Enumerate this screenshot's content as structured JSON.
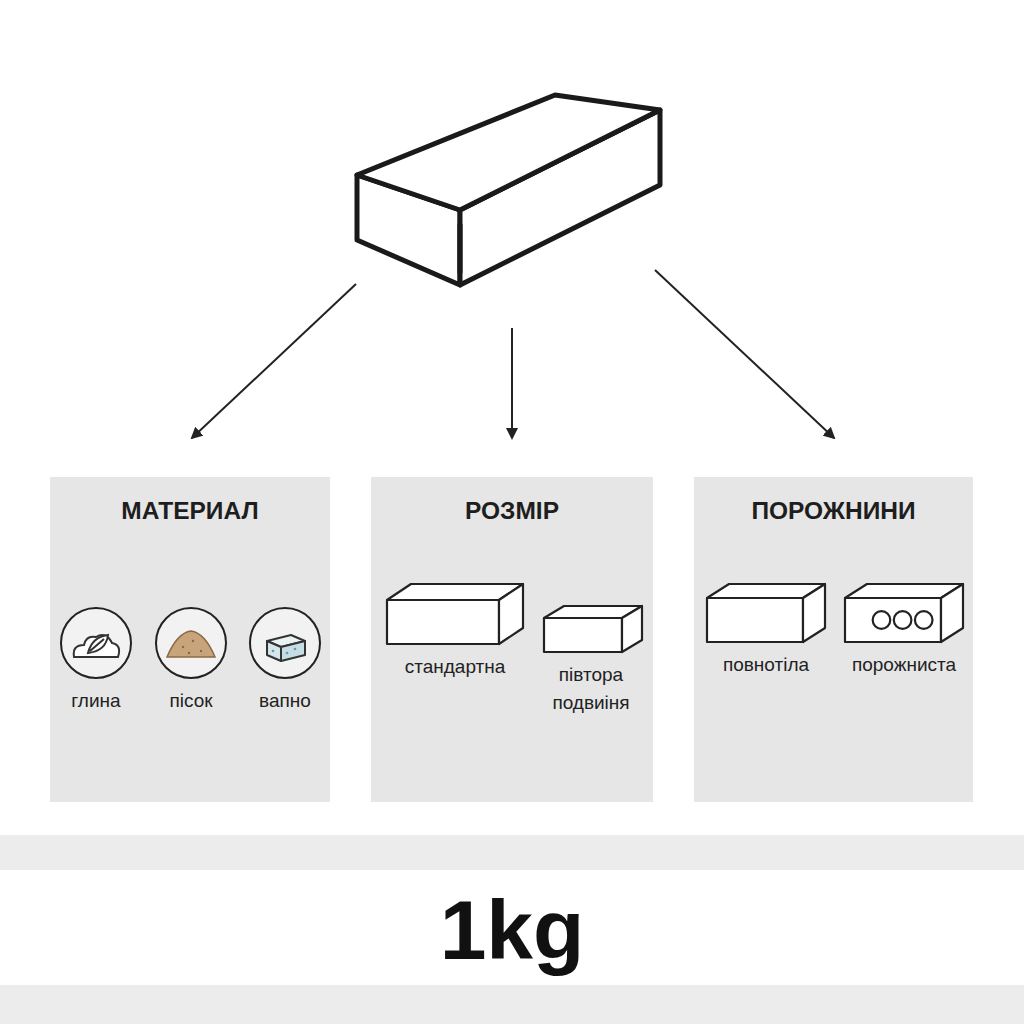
{
  "diagram": {
    "nodes": [
      {
        "text": [
          "МАТЕРИАЛ"
        ]
      },
      {
        "text": [
          "глина"
        ],
        "in": 0
      },
      {
        "text": [
          "пісок"
        ],
        "in": 0
      },
      {
        "text": [
          "вапно"
        ],
        "in": 0
      },
      {
        "text": [
          "РОЗМІР"
        ]
      },
      {
        "text": [
          "стандартна"
        ],
        "in": 4
      },
      {
        "text": [
          "півтора подвиіня"
        ],
        "in": 4
      },
      {
        "text": [
          "ПОРОЖНИНИ"
        ]
      },
      {
        "text": [
          "повнотіла"
        ],
        "in": 7
      },
      {
        "text": [
          "порожниста"
        ],
        "in": 7
      }
    ],
    "labels": [
      "1kg"
    ]
  }
}
